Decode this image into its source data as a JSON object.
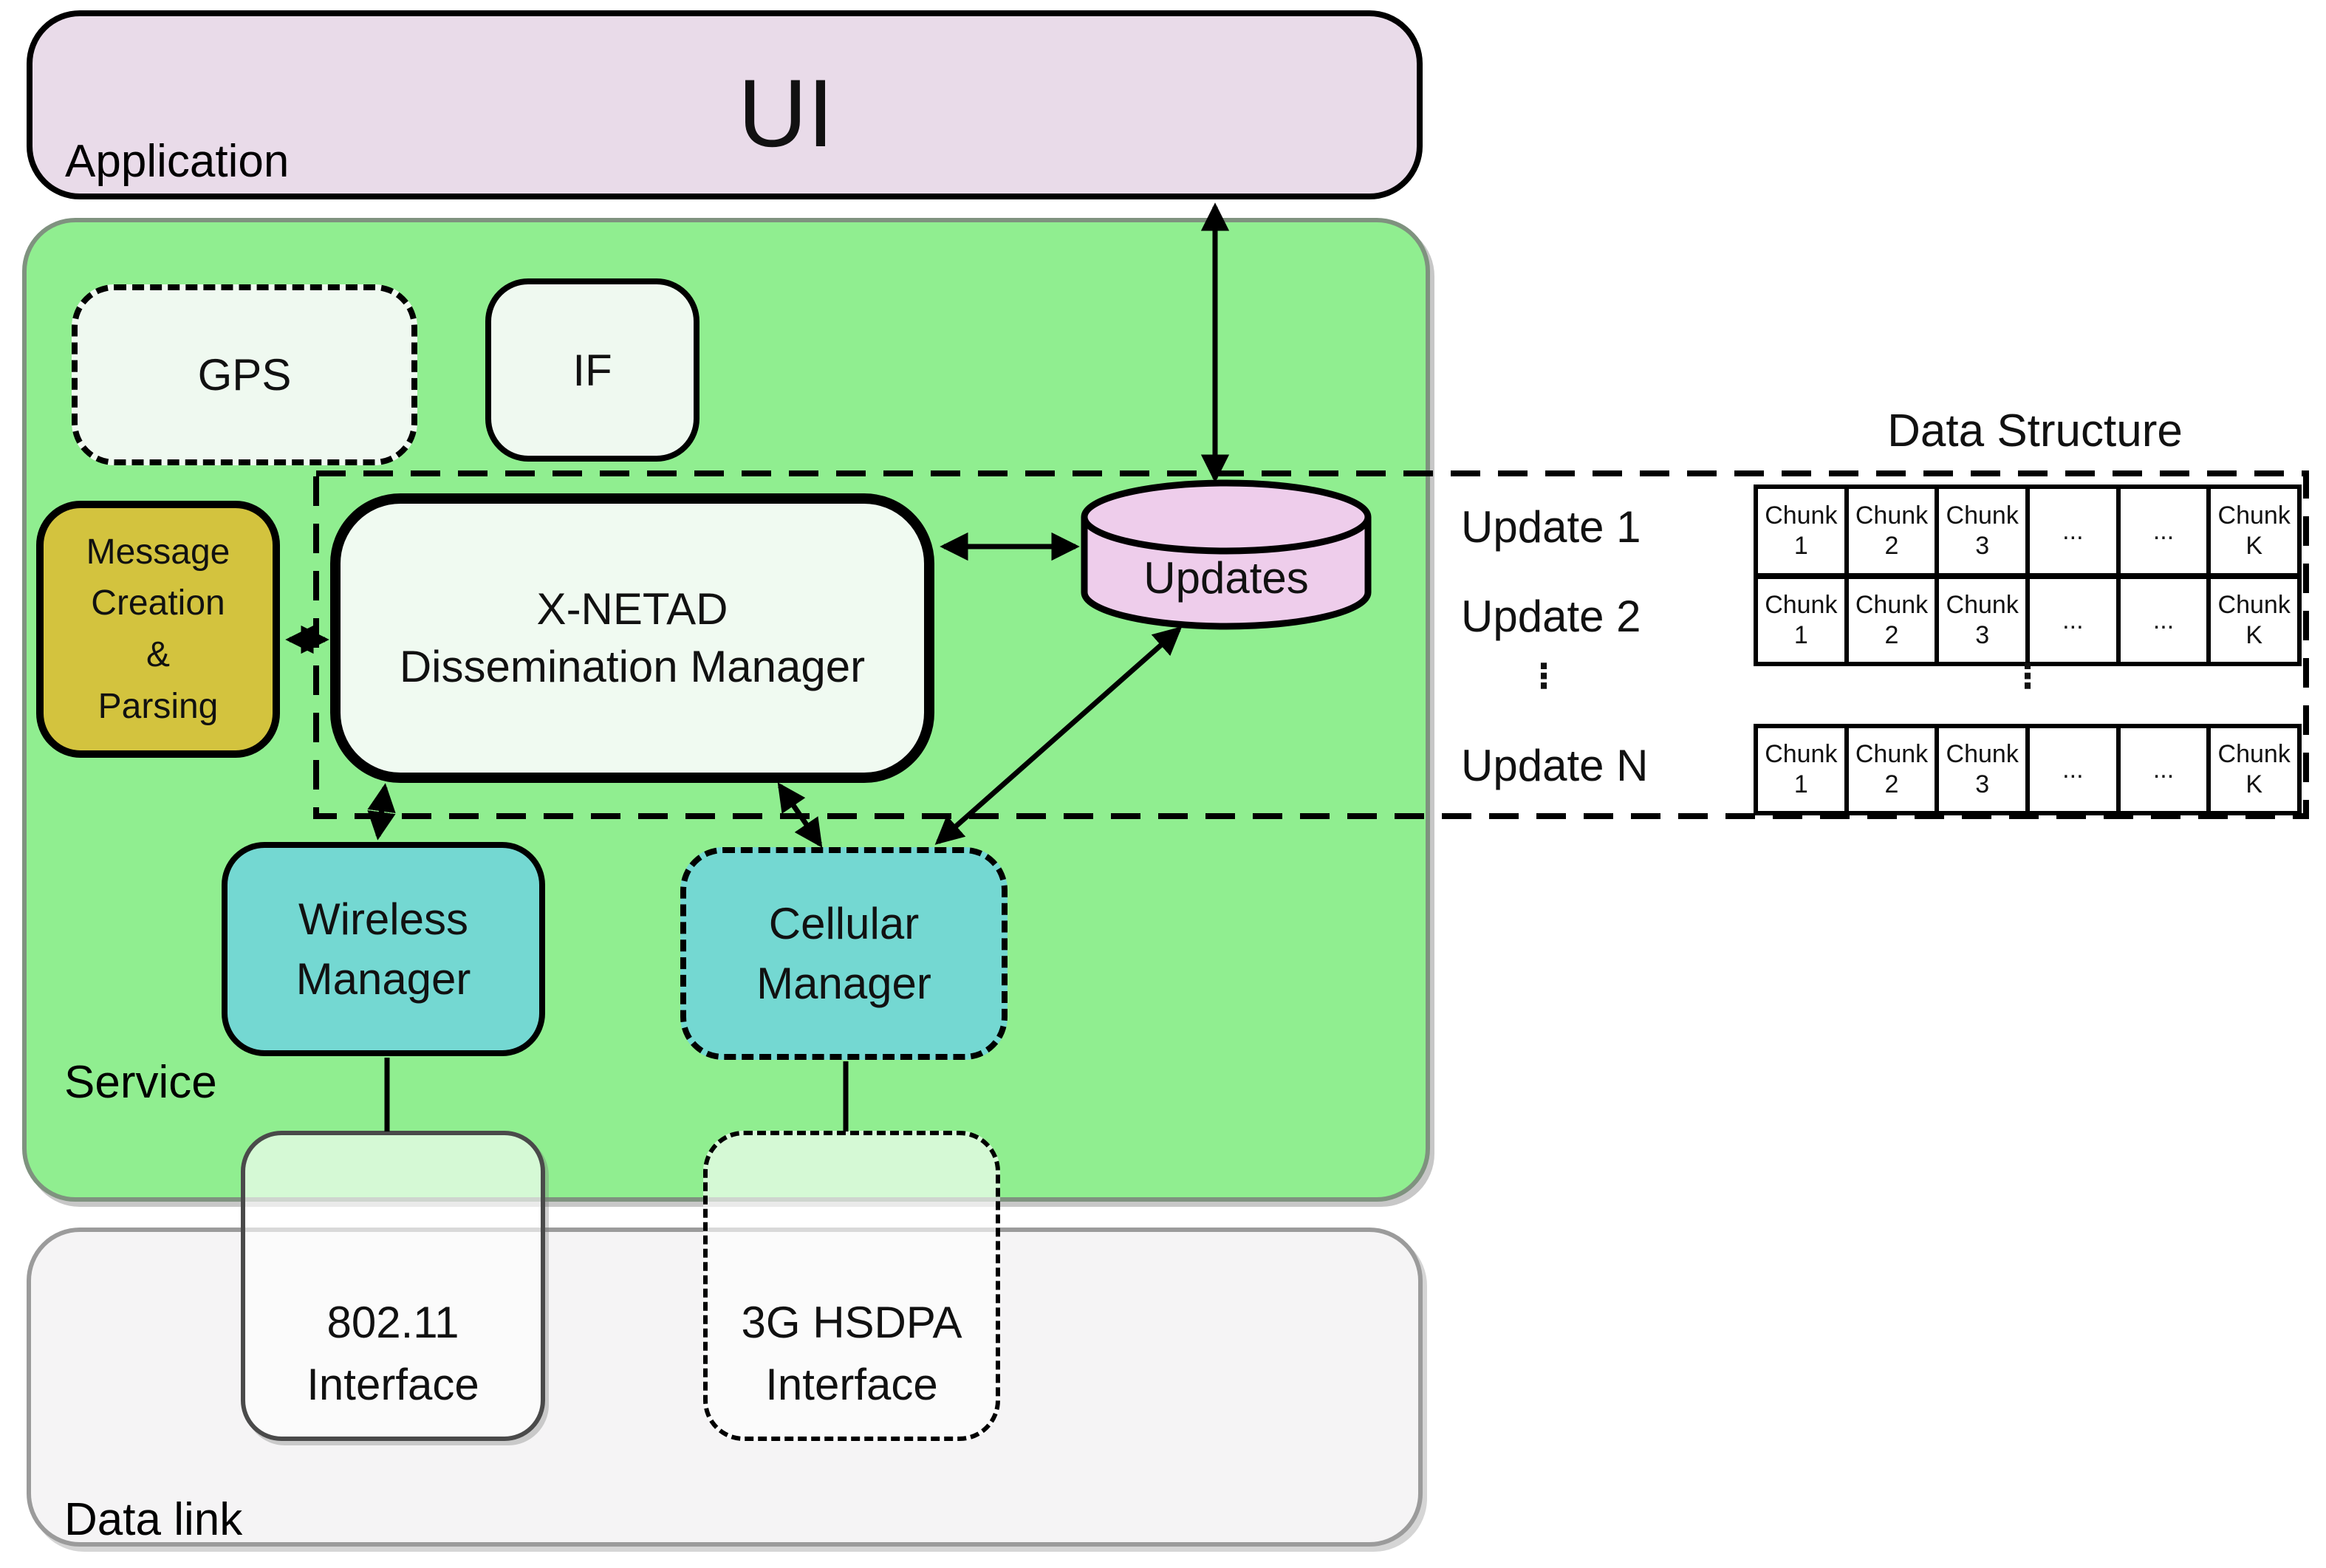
{
  "application": {
    "label": "Application",
    "title": "UI"
  },
  "service": {
    "label": "Service"
  },
  "datalink": {
    "label": "Data link"
  },
  "components": {
    "gps": "GPS",
    "if": "IF",
    "message": {
      "l1": "Message",
      "l2": "Creation",
      "l3": "&",
      "l4": "Parsing"
    },
    "xnetad": {
      "l1": "X-NETAD",
      "l2": "Dissemination Manager"
    },
    "updates": "Updates",
    "wireless": {
      "l1": "Wireless",
      "l2": "Manager"
    },
    "cellular": {
      "l1": "Cellular",
      "l2": "Manager"
    },
    "wifi": {
      "l1": "802.11",
      "l2": "Interface"
    },
    "cell3g": {
      "l1": "3G HSDPA",
      "l2": "Interface"
    }
  },
  "ds": {
    "title": "Data Structure",
    "ellipsis": "⋮",
    "rows": [
      {
        "label": "Update 1",
        "cells": [
          [
            "Chunk",
            "1"
          ],
          [
            "Chunk",
            "2"
          ],
          [
            "Chunk",
            "3"
          ],
          [
            "..."
          ],
          [
            "..."
          ],
          [
            "Chunk",
            "K"
          ]
        ]
      },
      {
        "label": "Update 2",
        "cells": [
          [
            "Chunk",
            "1"
          ],
          [
            "Chunk",
            "2"
          ],
          [
            "Chunk",
            "3"
          ],
          [
            "..."
          ],
          [
            "..."
          ],
          [
            "Chunk",
            "K"
          ]
        ]
      },
      {
        "label": "Update N",
        "cells": [
          [
            "Chunk",
            "1"
          ],
          [
            "Chunk",
            "2"
          ],
          [
            "Chunk",
            "3"
          ],
          [
            "..."
          ],
          [
            "..."
          ],
          [
            "Chunk",
            "K"
          ]
        ]
      }
    ]
  },
  "colors": {
    "application_fill": "#E9DBE9",
    "service_fill": "#90EE90",
    "node_fill": "#EFF9F0",
    "message_fill": "#D3C33E",
    "manager_fill": "#74D8D2",
    "updates_fill": "#EECDEB",
    "datalink_fill": "#F5F4F5"
  }
}
